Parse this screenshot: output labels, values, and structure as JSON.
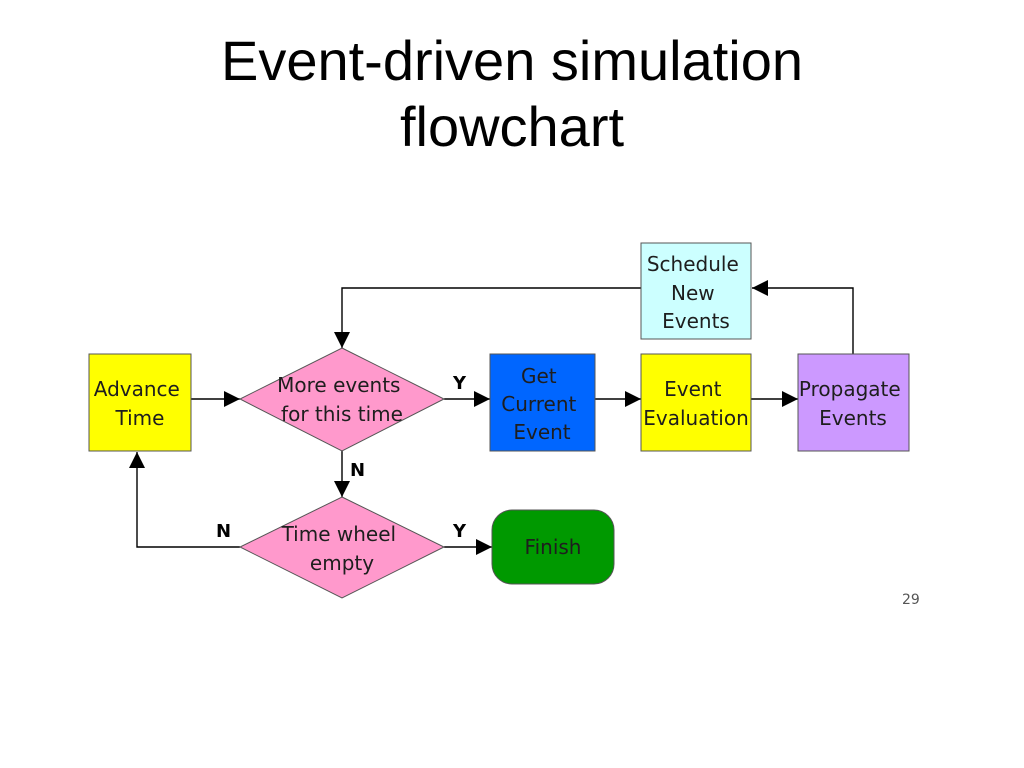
{
  "title": {
    "line1": "Event-driven simulation",
    "line2": "flowchart"
  },
  "nodes": {
    "advance_time": {
      "lines": [
        "Advance",
        "Time"
      ],
      "color": "#ffff00"
    },
    "more_events": {
      "lines": [
        "More events",
        "for this time"
      ],
      "color": "#ff99cc"
    },
    "get_current_event": {
      "lines": [
        "Get",
        "Current",
        "Event"
      ],
      "color": "#0066ff"
    },
    "event_evaluation": {
      "lines": [
        "Event",
        "Evaluation"
      ],
      "color": "#ffff00"
    },
    "propagate_events": {
      "lines": [
        "Propagate",
        "Events"
      ],
      "color": "#cc99ff"
    },
    "schedule_new_events": {
      "lines": [
        "Schedule",
        "New",
        "Events"
      ],
      "color": "#ccffff"
    },
    "time_wheel_empty": {
      "lines": [
        "Time wheel",
        "empty"
      ],
      "color": "#ff99cc"
    },
    "finish": {
      "lines": [
        "Finish"
      ],
      "color": "#009900"
    }
  },
  "edge_labels": {
    "more_events_yes": "Y",
    "more_events_no": "N",
    "time_wheel_no": "N",
    "time_wheel_yes": "Y"
  },
  "page_number": "29"
}
